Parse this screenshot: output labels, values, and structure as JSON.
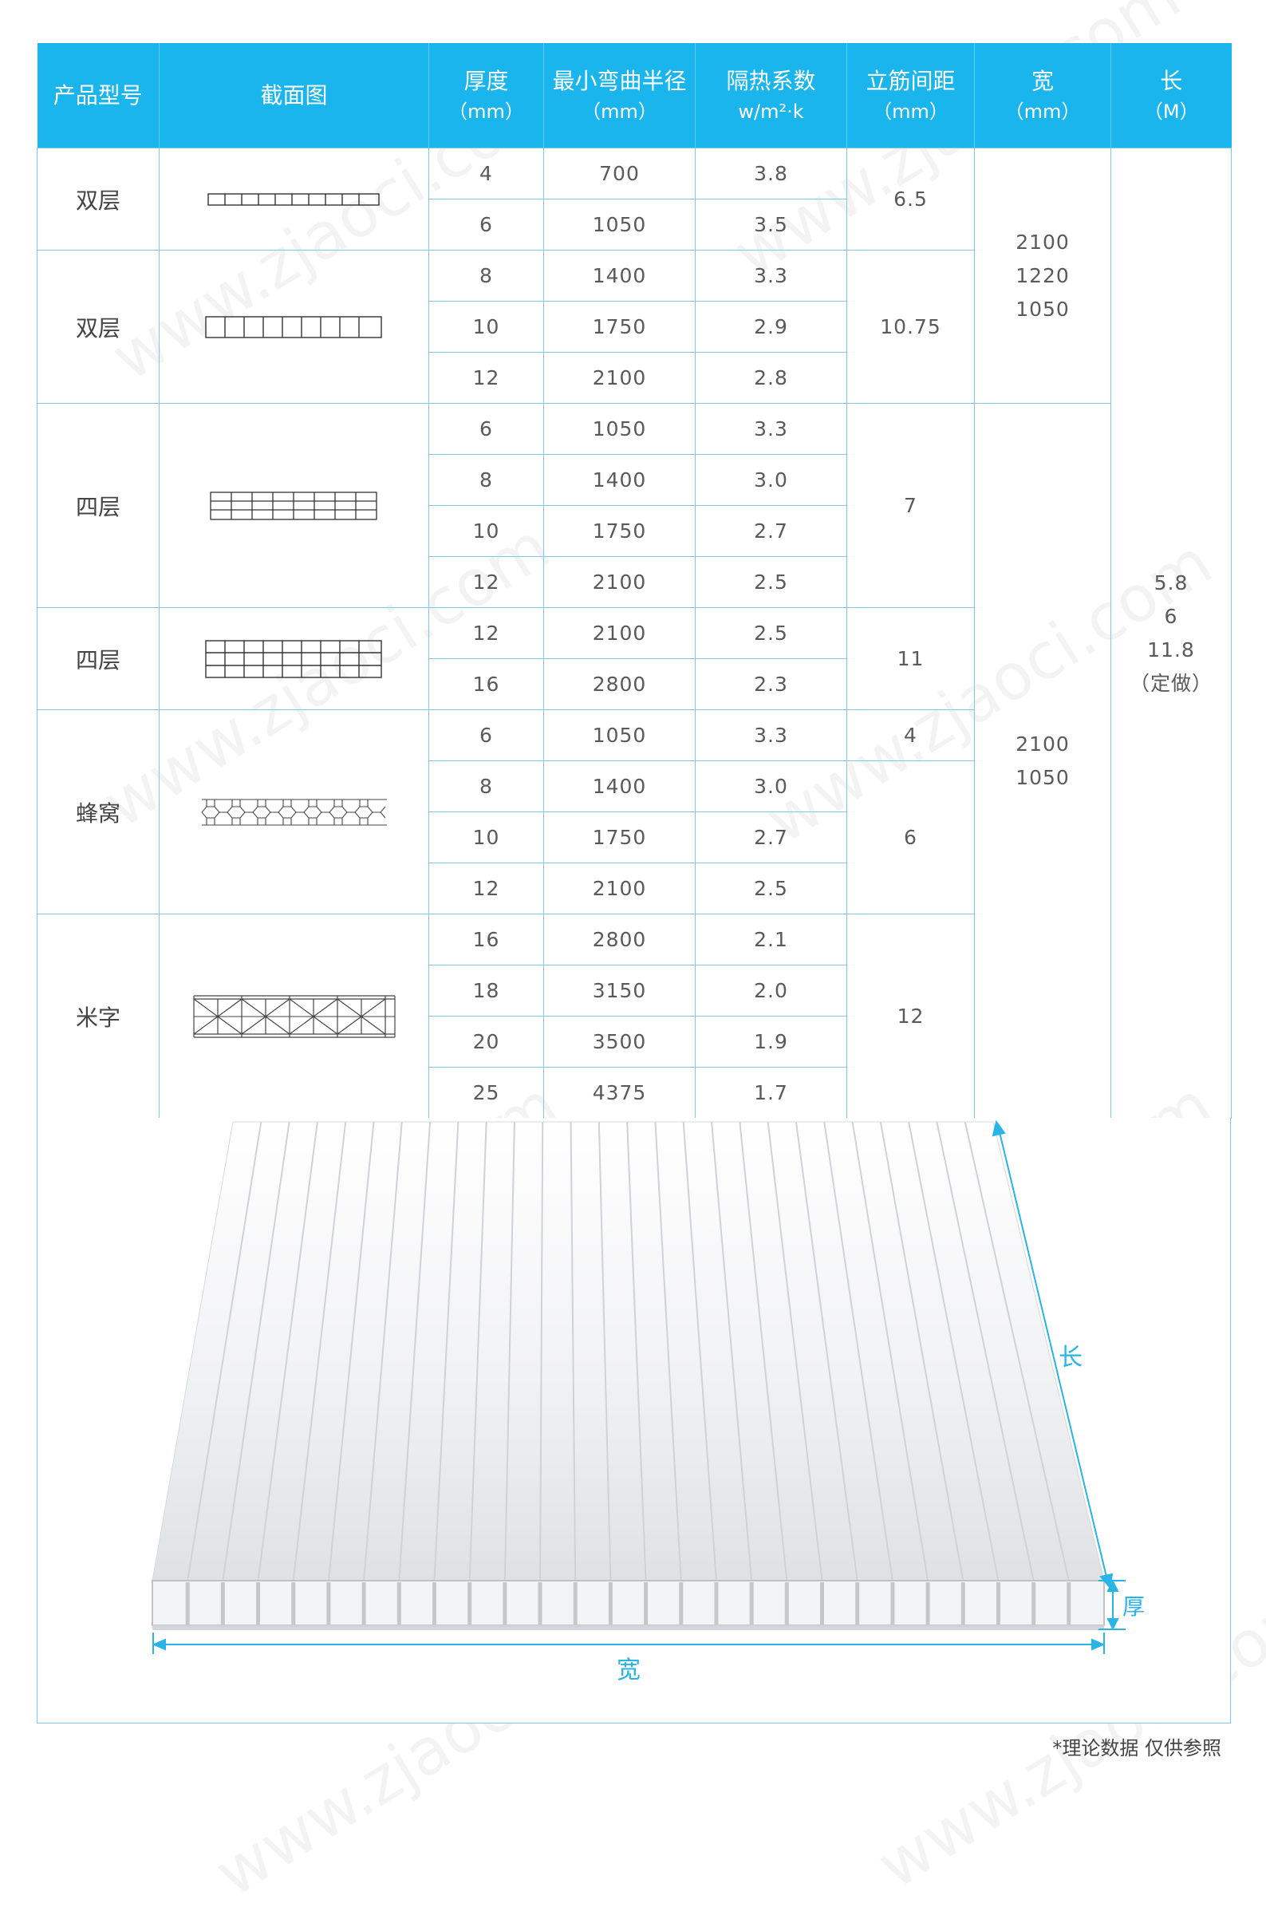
{
  "headers": [
    {
      "title": "产品型号",
      "unit": ""
    },
    {
      "title": "截面图",
      "unit": ""
    },
    {
      "title": "厚度",
      "unit": "（mm）"
    },
    {
      "title": "最小弯曲半径",
      "unit": "（mm）"
    },
    {
      "title": "隔热系数",
      "unit": "w/m²·k"
    },
    {
      "title": "立筋间距",
      "unit": "（mm）"
    },
    {
      "title": "宽",
      "unit": "（mm）"
    },
    {
      "title": "长",
      "unit": "（M）"
    }
  ],
  "rows": [
    {
      "thickness": "4",
      "radius": "700",
      "u": "3.8"
    },
    {
      "thickness": "6",
      "radius": "1050",
      "u": "3.5"
    },
    {
      "thickness": "8",
      "radius": "1400",
      "u": "3.3"
    },
    {
      "thickness": "10",
      "radius": "1750",
      "u": "2.9"
    },
    {
      "thickness": "12",
      "radius": "2100",
      "u": "2.8"
    },
    {
      "thickness": "6",
      "radius": "1050",
      "u": "3.3"
    },
    {
      "thickness": "8",
      "radius": "1400",
      "u": "3.0"
    },
    {
      "thickness": "10",
      "radius": "1750",
      "u": "2.7"
    },
    {
      "thickness": "12",
      "radius": "2100",
      "u": "2.5"
    },
    {
      "thickness": "12",
      "radius": "2100",
      "u": "2.5"
    },
    {
      "thickness": "16",
      "radius": "2800",
      "u": "2.3"
    },
    {
      "thickness": "6",
      "radius": "1050",
      "u": "3.3"
    },
    {
      "thickness": "8",
      "radius": "1400",
      "u": "3.0"
    },
    {
      "thickness": "10",
      "radius": "1750",
      "u": "2.7"
    },
    {
      "thickness": "12",
      "radius": "2100",
      "u": "2.5"
    },
    {
      "thickness": "16",
      "radius": "2800",
      "u": "2.1"
    },
    {
      "thickness": "18",
      "radius": "3150",
      "u": "2.0"
    },
    {
      "thickness": "20",
      "radius": "3500",
      "u": "1.9"
    },
    {
      "thickness": "25",
      "radius": "4375",
      "u": "1.7"
    }
  ],
  "types": [
    "双层",
    "双层",
    "四层",
    "四层",
    "蜂窝",
    "米字"
  ],
  "rib_spacing": [
    "6.5",
    "10.75",
    "7",
    "11",
    "4",
    "6",
    "12"
  ],
  "widths": {
    "group1": [
      "2100",
      "1220",
      "1050"
    ],
    "group2": [
      "2100",
      "1050"
    ]
  },
  "lengths": [
    "5.8",
    "6",
    "11.8",
    "（定做）"
  ],
  "illustration": {
    "length_label": "长",
    "thickness_label": "厚",
    "width_label": "宽",
    "accent_color": "#28b4e6"
  },
  "footnote": "*理论数据  仅供参照",
  "watermark": "www.zjaoci.com"
}
